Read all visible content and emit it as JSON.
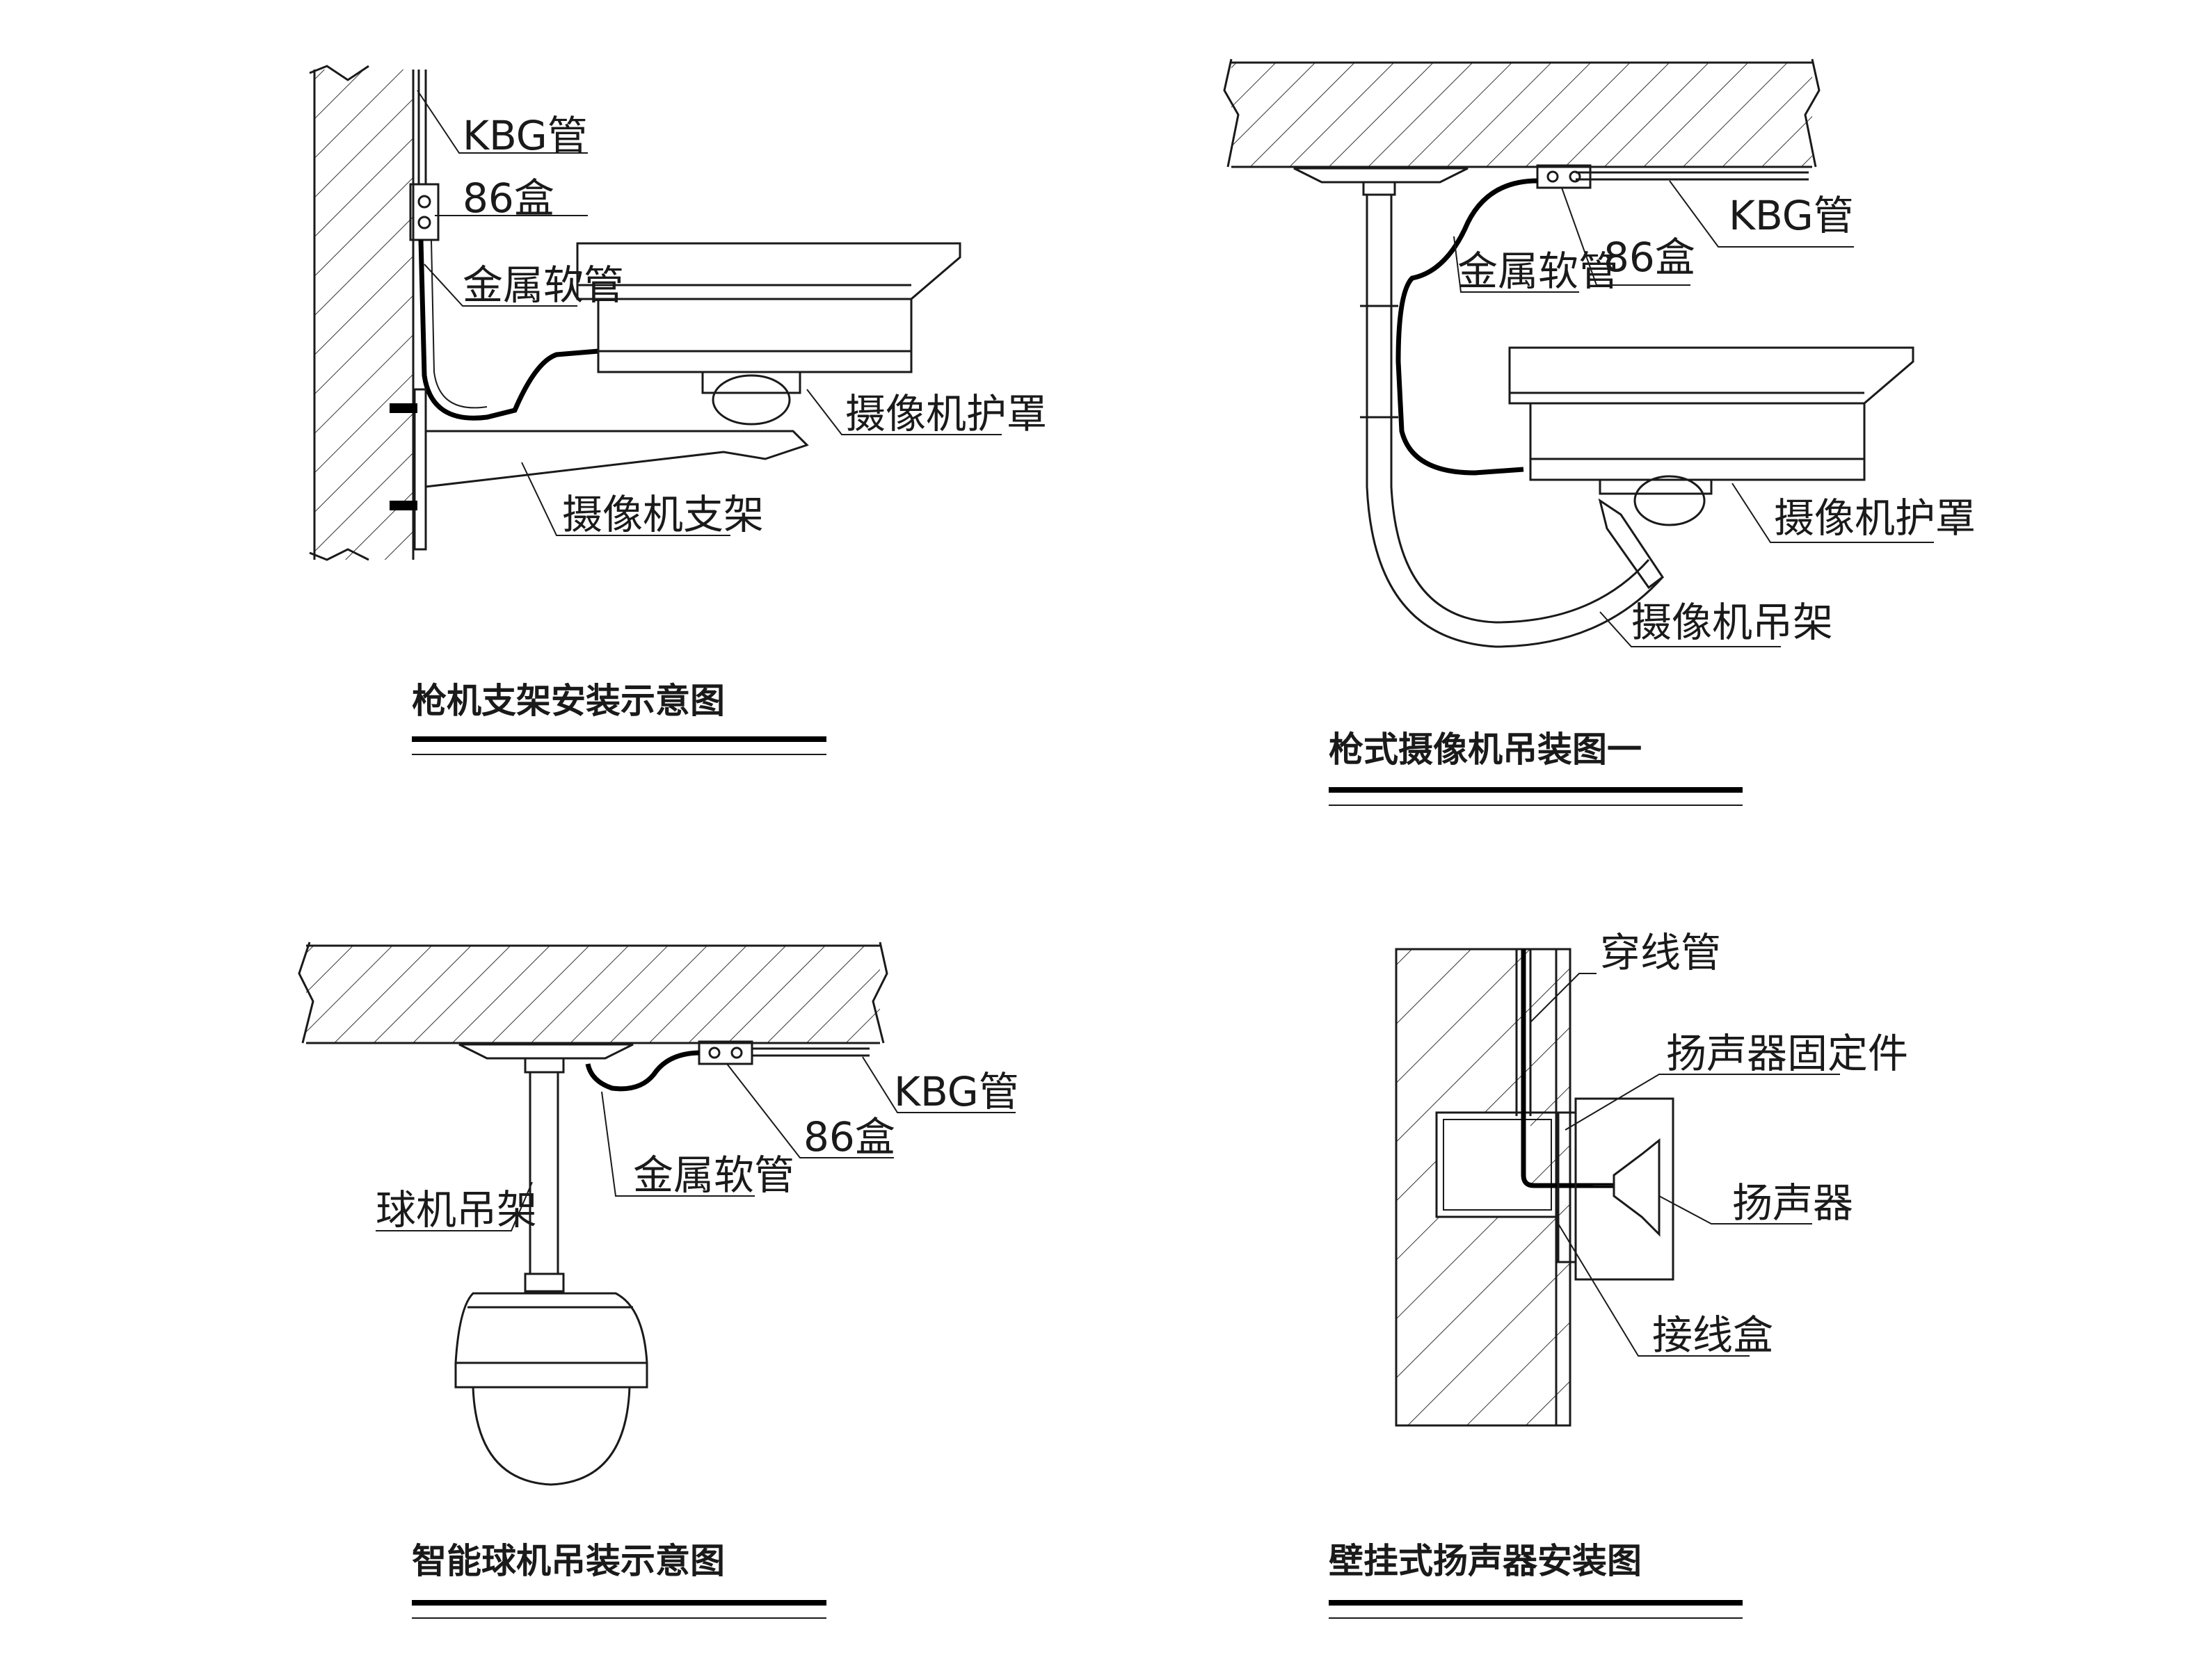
{
  "panels": {
    "bullet_bracket": {
      "title": "枪机支架安装示意图",
      "labels": {
        "kbg_pipe": "KBG管",
        "box_86": "86盒",
        "metal_hose": "金属软管",
        "camera_housing": "摄像机护罩",
        "camera_bracket": "摄像机支架"
      }
    },
    "bullet_hanging": {
      "title": "枪式摄像机吊装图一",
      "labels": {
        "kbg_pipe": "KBG管",
        "box_86": "86盒",
        "metal_hose": "金属软管",
        "camera_housing": "摄像机护罩",
        "camera_hanger": "摄像机吊架"
      }
    },
    "dome_hanging": {
      "title": "智能球机吊装示意图",
      "labels": {
        "kbg_pipe": "KBG管",
        "box_86": "86盒",
        "metal_hose": "金属软管",
        "dome_hanger": "球机吊架"
      }
    },
    "wall_speaker": {
      "title": "壁挂式扬声器安装图",
      "labels": {
        "conduit": "穿线管",
        "speaker_bracket": "扬声器固定件",
        "speaker": "扬声器",
        "junction_box": "接线盒"
      }
    }
  }
}
